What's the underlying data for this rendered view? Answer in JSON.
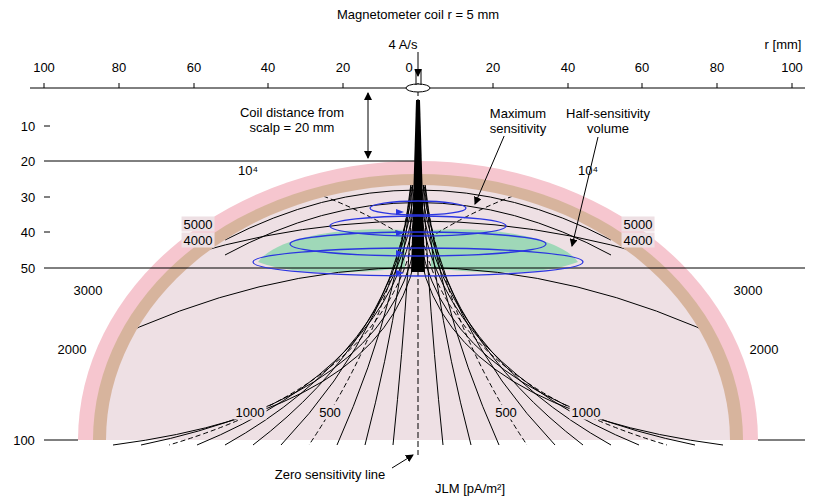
{
  "diagram": {
    "title": "Magnetometer coil r = 5 mm",
    "labels": [
      "4 A/s",
      "r [mm]",
      "100",
      "80",
      "60",
      "40",
      "20",
      "0",
      "20",
      "40",
      "60",
      "80",
      "100",
      "10",
      "20",
      "30",
      "40",
      "50",
      "100",
      "Coil distance from scalp = 20 mm",
      "Maximum sensitivity",
      "Half-sensitivity volume",
      "10⁴",
      "10⁴",
      "5000",
      "5000",
      "4000",
      "4000",
      "3000",
      "3000",
      "2000",
      "2000",
      "1000",
      "500",
      "500",
      "1000",
      "Zero sensitivity line",
      "JLM [pA/m²]"
    ]
  }
}
